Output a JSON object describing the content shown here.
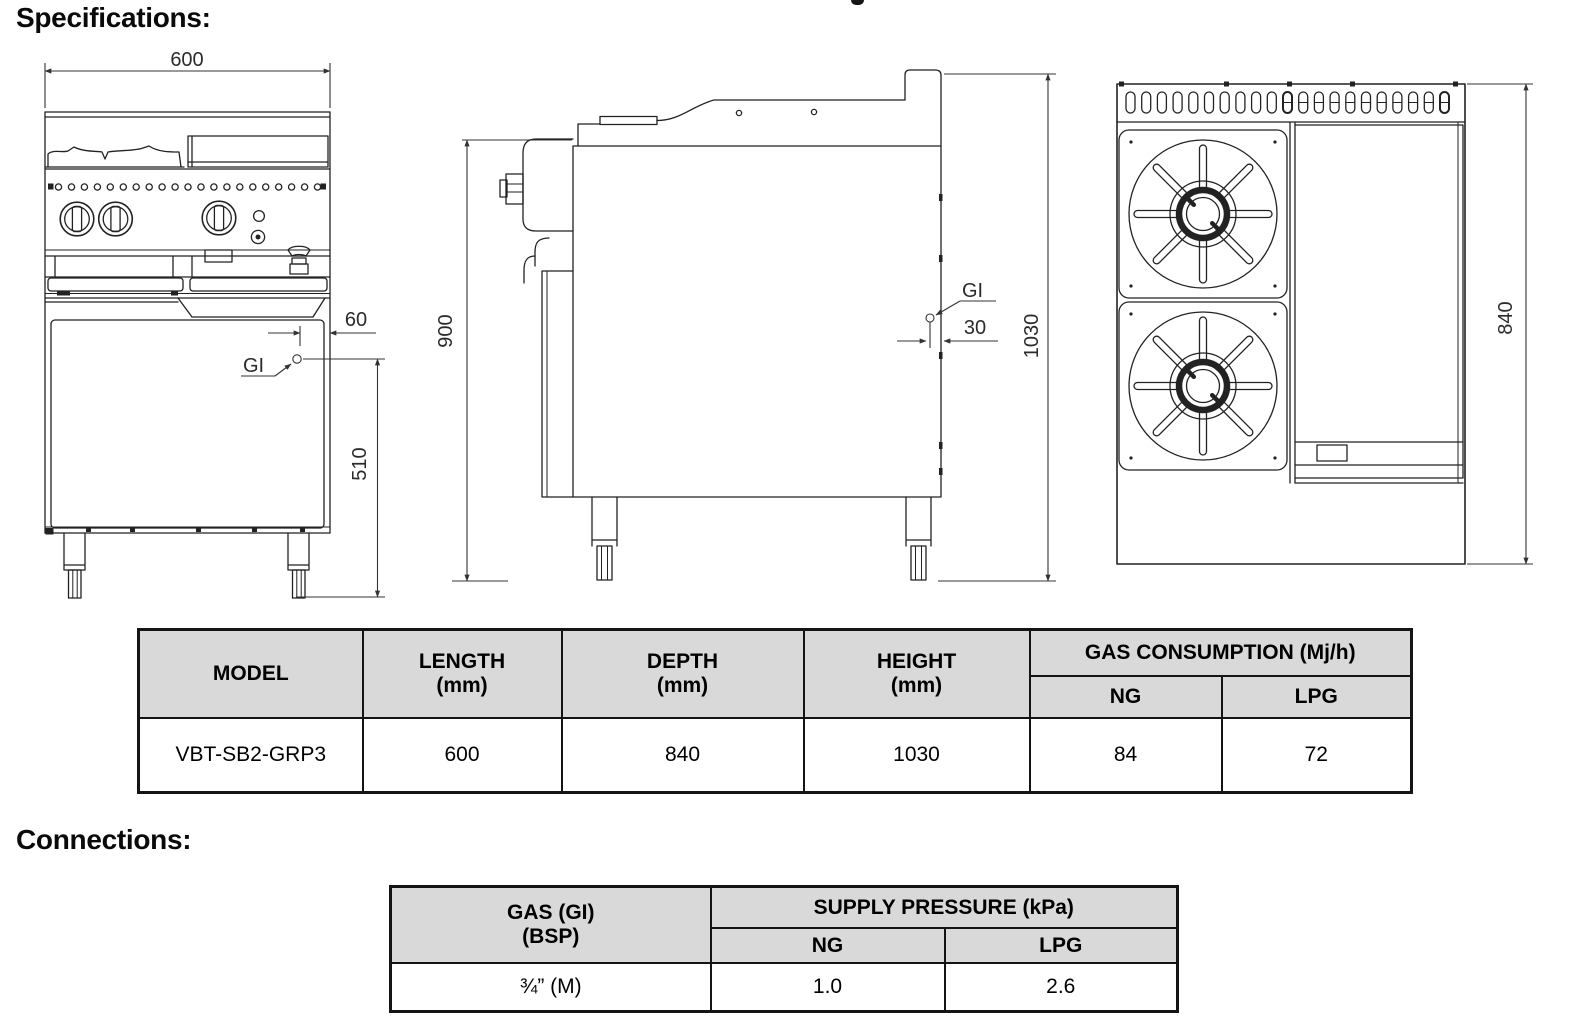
{
  "page": {
    "specifications_heading": "Specifications:",
    "connections_heading": "Connections:"
  },
  "drawings": {
    "front_view": {
      "width_dim": "600",
      "gas_offset_dim": "60",
      "gas_height_dim": "510",
      "gas_inlet_label": "GI"
    },
    "side_view": {
      "worktop_height_dim": "900",
      "gas_offset_dim": "30",
      "overall_height_dim": "1030",
      "gas_inlet_label": "GI"
    },
    "top_view": {
      "depth_dim": "840"
    }
  },
  "spec_table": {
    "headers": {
      "model": "MODEL",
      "length_label": "LENGTH",
      "length_unit": "(mm)",
      "depth_label": "DEPTH",
      "depth_unit": "(mm)",
      "height_label": "HEIGHT",
      "height_unit": "(mm)",
      "gas_consumption": "GAS CONSUMPTION (Mj/h)",
      "ng": "NG",
      "lpg": "LPG"
    },
    "rows": [
      {
        "model": "VBT-SB2-GRP3",
        "length": "600",
        "depth": "840",
        "height": "1030",
        "ng": "84",
        "lpg": "72"
      }
    ]
  },
  "connections_table": {
    "headers": {
      "gas_line1": "GAS (GI)",
      "gas_line2": "(BSP)",
      "supply_pressure": "SUPPLY PRESSURE (kPa)",
      "ng": "NG",
      "lpg": "LPG"
    },
    "rows": [
      {
        "connection_size": "¾” (M)",
        "ng": "1.0",
        "lpg": "2.6"
      }
    ]
  },
  "colors": {
    "table_header_bg": "#d9d9d9",
    "drawing_line": "#222222",
    "background": "#ffffff"
  }
}
